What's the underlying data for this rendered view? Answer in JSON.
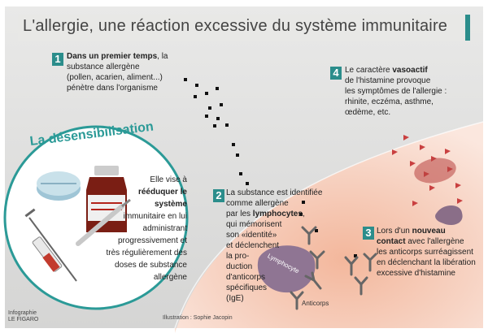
{
  "title": "L'allergie, une réaction excessive du système immunitaire",
  "step1": {
    "number": "1",
    "bold": "Dans un premier temps",
    "lines": [
      ", la substance allergène",
      "(pollen, acarien, aliment...)",
      "pénètre dans l'organisme"
    ]
  },
  "step2": {
    "number": "2",
    "line1": "La substance est identifiée",
    "line2": "comme allergène",
    "line3_pre": "par les ",
    "line3_bold": "lymphocytes",
    "line3_post": ",",
    "rest": [
      "qui mémorisent",
      "son «identité»",
      "et déclenchent",
      "la pro-",
      "duction",
      "d'anticorps",
      "spécifiques",
      "(IgE)"
    ]
  },
  "step3": {
    "number": "3",
    "line1_pre": "Lors d'un ",
    "line1_bold": "nouveau",
    "line2_bold": "contact",
    "line2_post": " avec l'allergène",
    "rest": [
      "les anticorps surréagissent",
      "en déclenchant la libération",
      "excessive d'histamine"
    ]
  },
  "step4": {
    "number": "4",
    "line1": "Le caractère ",
    "line1_bold": "vasoactif",
    "rest": [
      "de l'histamine provoque",
      "les symptômes de l'allergie :",
      "rhinite, eczéma, asthme,",
      "œdème, etc."
    ]
  },
  "desensibilisation": {
    "title": "La désensibilisation",
    "lines": [
      "Elle vise à"
    ],
    "bold_lines": [
      "rééduquer le",
      "système"
    ],
    "rest": [
      "immunitaire en lui",
      "administrant",
      "progressivement et",
      "très régulièrement des",
      "doses de substance",
      "allergène"
    ]
  },
  "labels": {
    "lymphocyte": "Lymphocyte",
    "anticorps": "Anticorps"
  },
  "credits": {
    "infographie": "Infographie",
    "source": "LE FIGARO",
    "illustration": "Illustration : Sophie Jacopin"
  },
  "colors": {
    "teal": "#2b8d8b",
    "pink": "#f5c9b8",
    "grey": "#dcdcdc"
  }
}
